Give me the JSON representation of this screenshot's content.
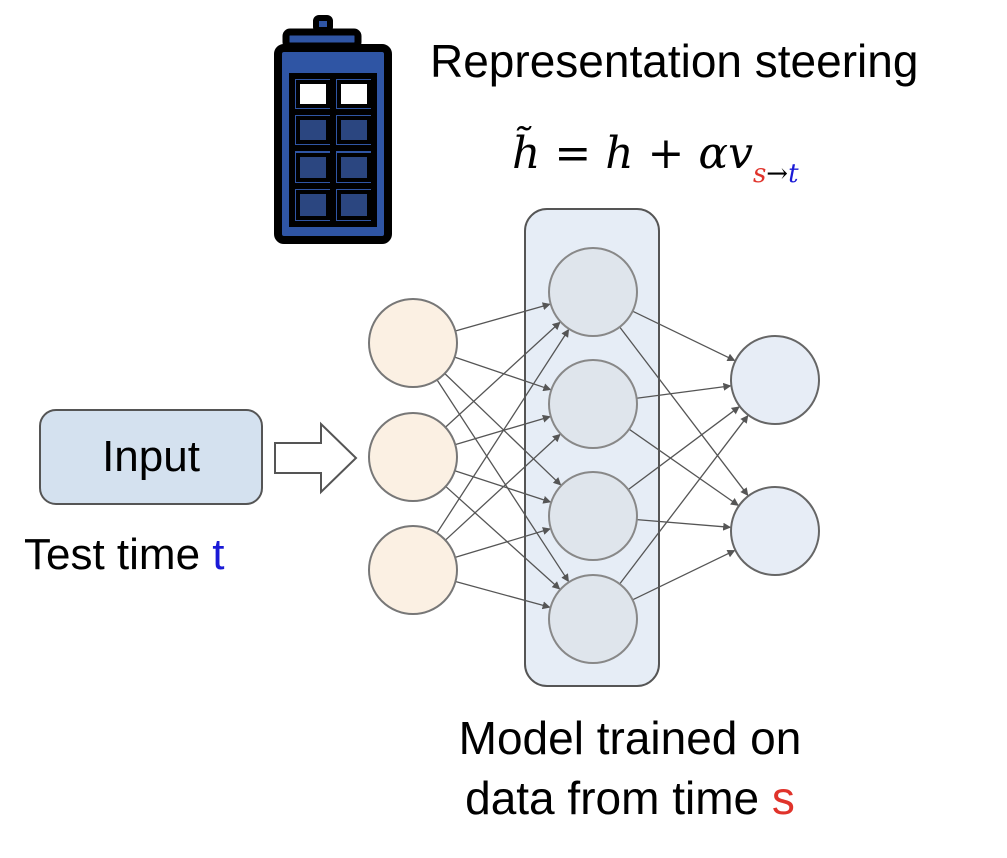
{
  "title": "Representation steering",
  "formula": {
    "lhs": "h̃",
    "equals": " = ",
    "h": "h",
    "plus": " + ",
    "alpha_v": "αv",
    "sub_source": "s",
    "sub_arrow": "→",
    "sub_target": "t"
  },
  "input_label": "Input",
  "test_time": {
    "prefix": "Test time ",
    "var": "t"
  },
  "model_caption": {
    "line1": "Model trained on",
    "line2_prefix": "data from time ",
    "var": "s"
  },
  "colors": {
    "target_time": "#1a1ad6",
    "source_time": "#e0332b",
    "input_node": "#fbf0e3",
    "hidden_node": "#dde3ea",
    "output_node": "#e7edf6",
    "hidden_layer_box": "#e6edf6",
    "input_box": "#d4e1ef",
    "tardis_blue": "#2f55a4"
  },
  "icons": [
    "tardis-icon",
    "block-arrow-icon"
  ]
}
